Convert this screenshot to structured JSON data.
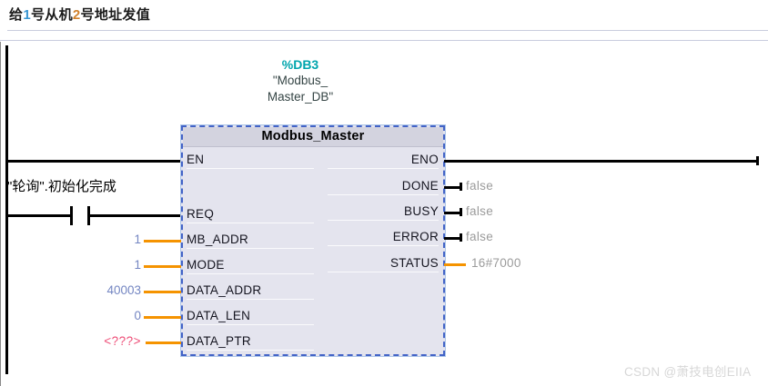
{
  "network": {
    "title_segments": [
      {
        "text": "给"
      },
      {
        "text": "1"
      },
      {
        "text": "号从机"
      },
      {
        "text": "2"
      },
      {
        "text": "号地址发值"
      }
    ]
  },
  "db_label": {
    "db_number": "%DB3",
    "name_line1": "\"Modbus_",
    "name_line2": "Master_DB\""
  },
  "contact": {
    "label": "\"轮询\".初始化完成"
  },
  "block": {
    "title": "Modbus_Master",
    "inputs": [
      {
        "name": "EN",
        "value": ""
      },
      {
        "name": "REQ",
        "value": ""
      },
      {
        "name": "MB_ADDR",
        "value": "1"
      },
      {
        "name": "MODE",
        "value": "1"
      },
      {
        "name": "DATA_ADDR",
        "value": "40003"
      },
      {
        "name": "DATA_LEN",
        "value": "0"
      },
      {
        "name": "DATA_PTR",
        "value": "<???>"
      }
    ],
    "outputs": [
      {
        "name": "ENO",
        "value": ""
      },
      {
        "name": "DONE",
        "value": "false"
      },
      {
        "name": "BUSY",
        "value": "false"
      },
      {
        "name": "ERROR",
        "value": "false"
      },
      {
        "name": "STATUS",
        "value": "16#7000"
      }
    ]
  },
  "watermark": "CSDN @萧技电创EIIA",
  "colors": {
    "db_accent_teal": "#00A5AD",
    "db_name": "#354545",
    "wire_orange": "#F59300",
    "wire_black": "#000000",
    "value_blue": "#7486C2",
    "value_gray": "#9B9B9B",
    "error_pink": "#EE4D77",
    "block_body": "#E4E4EE",
    "block_header": "#D3D3DF",
    "selection_border_blue": "#4263C7",
    "title_number_blue": "#3A96D2",
    "title_number_orange": "#D2822D",
    "separator": "#C9CDDE",
    "watermark_gray": "#D7D7D7"
  }
}
